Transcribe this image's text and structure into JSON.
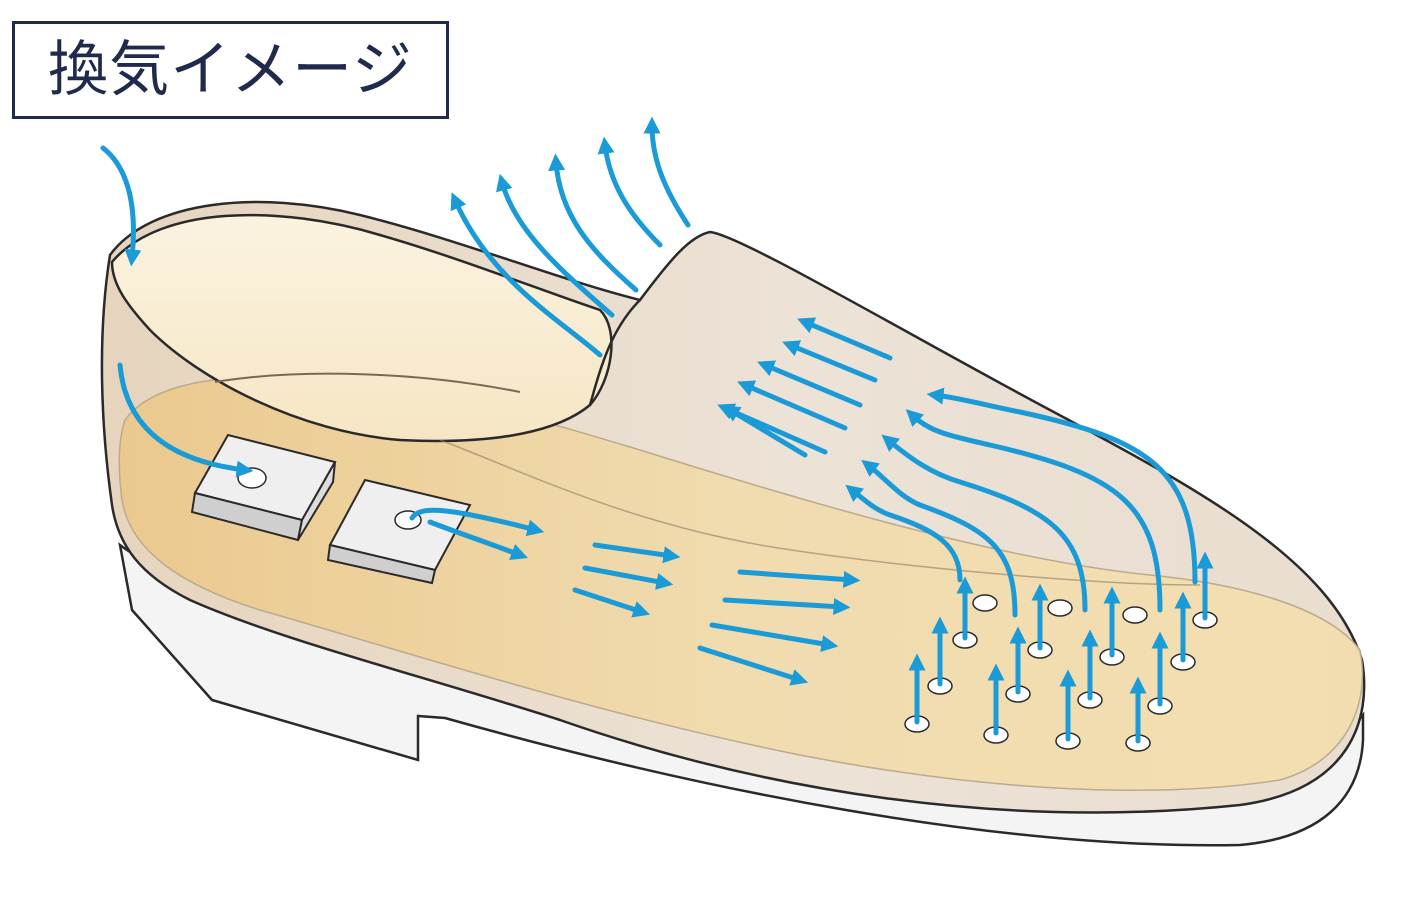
{
  "title": "換気イメージ",
  "colors": {
    "title_text": "#1f2a4d",
    "title_border": "#1f2a4d",
    "arrow": "#1b9ad8",
    "shoe_outline": "#2a2a2a",
    "upper_fill": "#e9dccb",
    "insole_fill": "#f2d9a4",
    "sole_fill": "#f4f4f4",
    "vent_pad_fill": "#efefef"
  },
  "icons": [
    "shoe-illustration",
    "airflow-arrow",
    "vent-pad",
    "vent-hole"
  ]
}
